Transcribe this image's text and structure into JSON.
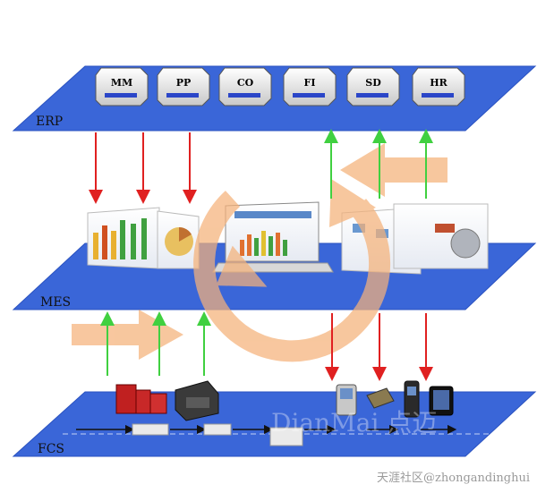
{
  "layers": {
    "erp": {
      "label": "ERP",
      "modules": [
        "MM",
        "PP",
        "CO",
        "FI",
        "SD",
        "HR"
      ]
    },
    "mes": {
      "label": "MES"
    },
    "fcs": {
      "label": "FCS"
    }
  },
  "watermark": {
    "brand": "DianMai 点迈",
    "credit": "天涯社区@zhongandinghui"
  },
  "colors": {
    "plane": "#3a66d8",
    "plane_edge": "#2a52c0",
    "arrow_down": "#e02020",
    "arrow_up": "#40d040",
    "flow_orange": "#f5b27a"
  }
}
